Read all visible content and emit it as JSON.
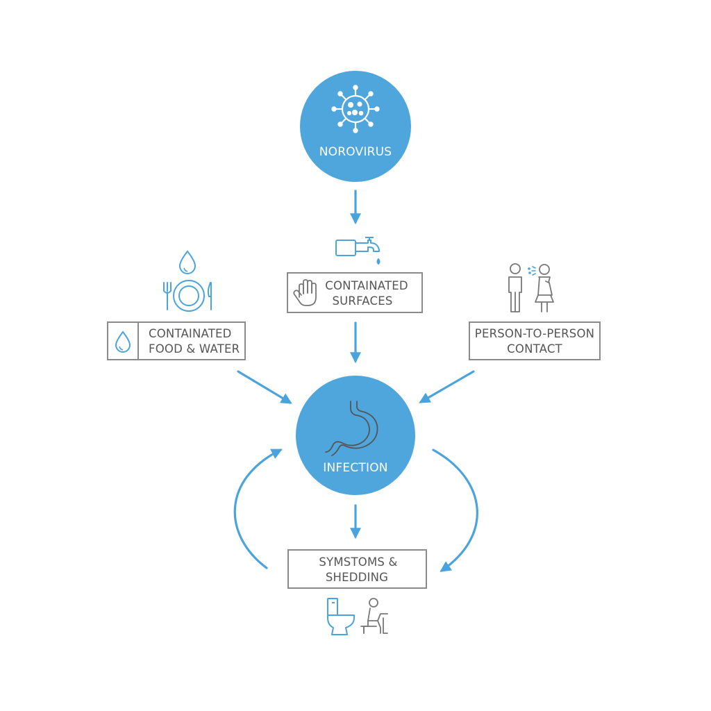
{
  "colors": {
    "accent": "#4aa3dc",
    "circle_fill": "#4ea6dd",
    "box_border": "#8a8a8a",
    "box_text": "#555555",
    "icon_gray": "#777777"
  },
  "nodes": {
    "norovirus": {
      "label": "NOROVIRUS",
      "icon": "virus-icon"
    },
    "infection": {
      "label": "INFECTION",
      "icon": "stomach-icon"
    }
  },
  "boxes": {
    "food_water": {
      "line1": "CONTAINATED",
      "line2": "FOOD & WATER",
      "icons": [
        "water-drop-icon",
        "plate-fork-knife-icon"
      ]
    },
    "surfaces": {
      "line1": "CONTAINATED",
      "line2": "SURFACES",
      "icons": [
        "hand-icon",
        "faucet-icon"
      ]
    },
    "person": {
      "line1": "PERSON-TO-PERSON",
      "line2": "CONTACT",
      "icons": [
        "people-sneeze-icon"
      ]
    },
    "symptoms": {
      "line1": "SYMSTOMS &",
      "line2": "SHEDDING",
      "icons": [
        "toilet-icon",
        "sick-person-icon"
      ]
    }
  }
}
